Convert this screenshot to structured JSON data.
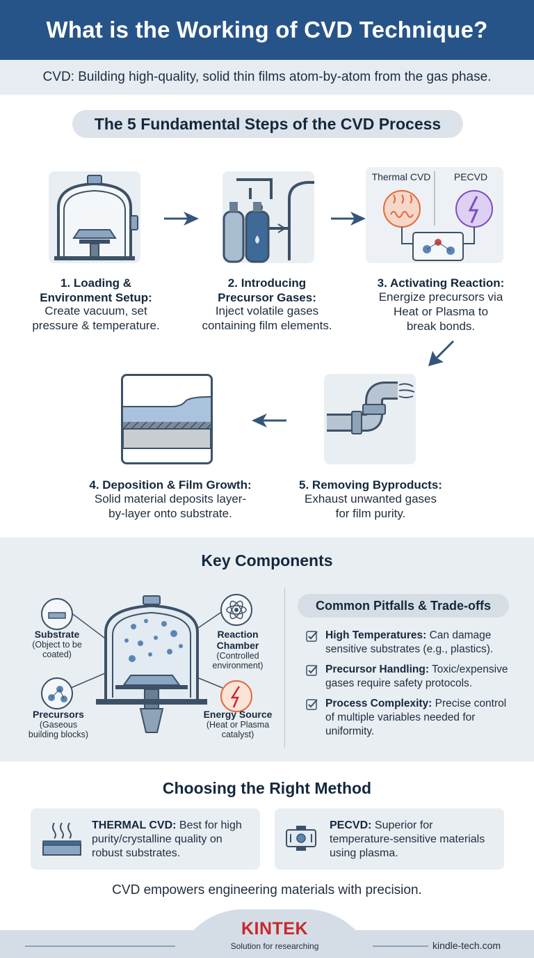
{
  "header": {
    "title": "What is the Working of CVD Technique?"
  },
  "subtitle": "CVD: Building high-quality, solid thin films atom-by-atom from the gas phase.",
  "steps_section": {
    "title": "The 5 Fundamental Steps of the CVD Process",
    "steps": [
      {
        "title_1": "1. Loading &",
        "title_2": "Environment Setup:",
        "desc_1": "Create vacuum, set",
        "desc_2": "pressure & temperature."
      },
      {
        "title_1": "2. Introducing",
        "title_2": "Precursor Gases:",
        "desc_1": "Inject volatile gases",
        "desc_2": "containing film elements."
      },
      {
        "title_1": "3. Activating Reaction:",
        "desc_1": "Energize precursors via",
        "desc_2": "Heat or Plasma to",
        "desc_3": "break bonds.",
        "thermal_label": "Thermal CVD",
        "pecvd_label": "PECVD"
      },
      {
        "title_1": "4. Deposition & Film Growth:",
        "desc_1": "Solid material deposits layer-",
        "desc_2": "by-layer onto substrate."
      },
      {
        "title_1": "5. Removing Byproducts:",
        "desc_1": "Exhaust unwanted gases",
        "desc_2": "for film purity."
      }
    ]
  },
  "components": {
    "title": "Key Components",
    "substrate": {
      "label": "Substrate",
      "sub_1": "(Object to be",
      "sub_2": "coated)"
    },
    "chamber": {
      "label_1": "Reaction",
      "label_2": "Chamber",
      "sub_1": "(Controlled",
      "sub_2": "environment)"
    },
    "precursors": {
      "label": "Precursors",
      "sub_1": "(Gaseous",
      "sub_2": "building blocks)"
    },
    "energy": {
      "label": "Energy Source",
      "sub_1": "(Heat or Plasma",
      "sub_2": "catalyst)"
    }
  },
  "pitfalls": {
    "title": "Common Pitfalls & Trade-offs",
    "items": [
      {
        "bold": "High Temperatures:",
        "text": " Can damage sensitive substrates (e.g., plastics)."
      },
      {
        "bold": "Precursor Handling:",
        "text": " Toxic/expensive gases require safety protocols."
      },
      {
        "bold": "Process Complexity:",
        "text": " Precise control of multiple variables needed for uniformity."
      }
    ]
  },
  "methods": {
    "title": "Choosing the Right Method",
    "thermal": {
      "bold": "THERMAL CVD:",
      "text": " Best for high purity/crystalline quality on robust substrates."
    },
    "pecvd": {
      "bold": "PECVD:",
      "text": " Superior for temperature-sensitive materials using plasma."
    }
  },
  "closing": "CVD empowers engineering materials with precision.",
  "footer": {
    "brand": "KINTEK",
    "tagline": "Solution for researching",
    "site": "kindle-tech.com"
  },
  "colors": {
    "primary": "#275488",
    "accent_blue": "#5b86b4",
    "brand_red": "#c8282c",
    "thermal_orange": "#e06a3a",
    "plasma_purple": "#7a4fc0"
  }
}
